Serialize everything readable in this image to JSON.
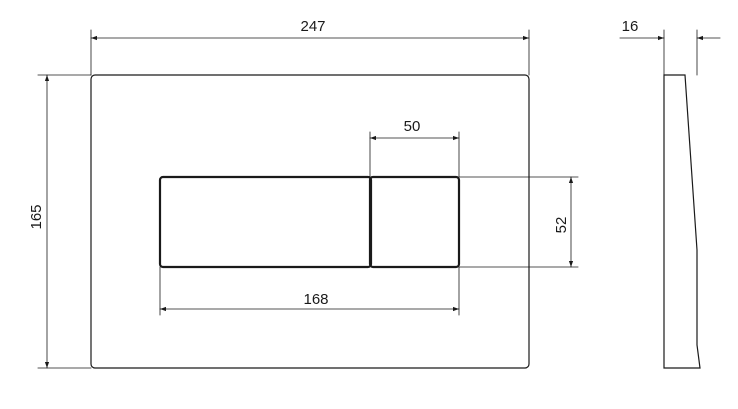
{
  "drawing": {
    "line_color": "#1a1a1a",
    "background_color": "#ffffff",
    "dimensions": {
      "plate_width": "247",
      "plate_height": "165",
      "button_group_width": "168",
      "small_button_width": "50",
      "button_height": "52",
      "side_depth": "16"
    }
  }
}
